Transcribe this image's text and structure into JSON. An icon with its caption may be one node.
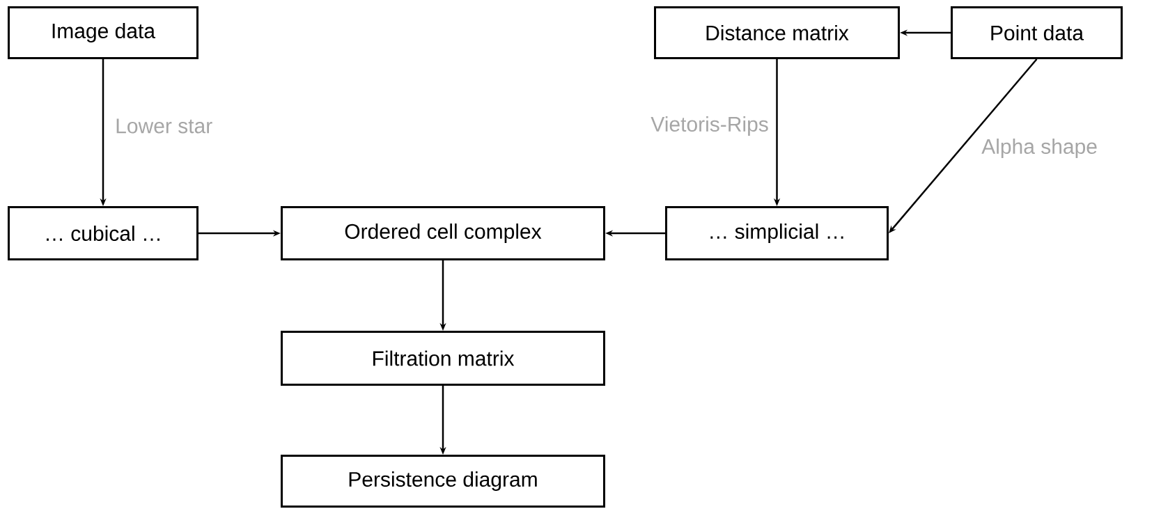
{
  "diagram": {
    "nodes": [
      {
        "text": [
          "Image data"
        ]
      },
      {
        "text": [
          "Distance matrix"
        ]
      },
      {
        "text": [
          "Point data"
        ]
      },
      {
        "text": [
          "… cubical …"
        ]
      },
      {
        "text": [
          "Ordered cell complex"
        ]
      },
      {
        "text": [
          "… simplicial …"
        ]
      },
      {
        "text": [
          "Filtration matrix"
        ]
      },
      {
        "text": [
          "Persistence diagram"
        ]
      }
    ],
    "edges": [
      {
        "from": 0,
        "to": 3,
        "arrow": "to",
        "label": "Lower star"
      },
      {
        "from": 2,
        "to": 1,
        "arrow": "to"
      },
      {
        "from": 1,
        "to": 5,
        "arrow": "to",
        "label": "Vietoris-Rips"
      },
      {
        "from": 2,
        "to": 5,
        "arrow": "to",
        "label": "Alpha shape"
      },
      {
        "from": 3,
        "to": 4,
        "arrow": "to"
      },
      {
        "from": 5,
        "to": 4,
        "arrow": "to"
      },
      {
        "from": 4,
        "to": 6,
        "arrow": "to"
      },
      {
        "from": 6,
        "to": 7,
        "arrow": "to"
      }
    ]
  }
}
